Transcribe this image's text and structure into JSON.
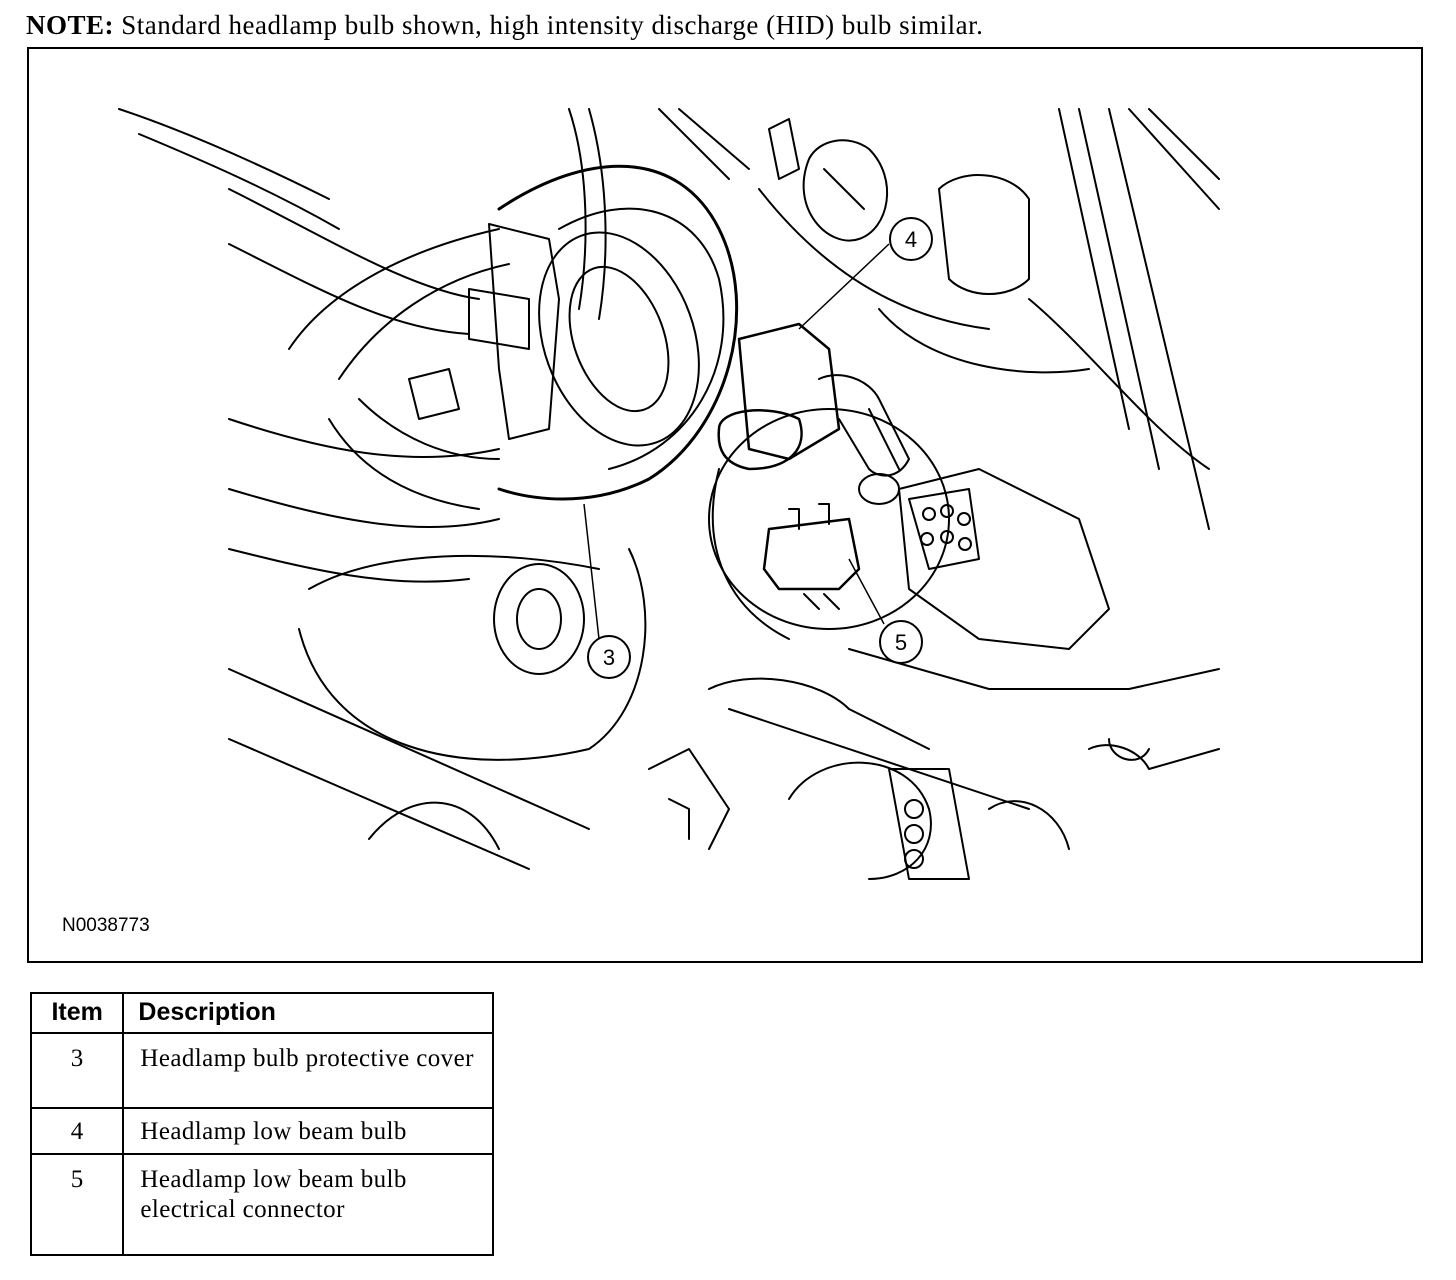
{
  "note": {
    "label": "NOTE:",
    "text": "Standard headlamp bulb shown, high intensity discharge (HID) bulb similar."
  },
  "figure": {
    "id": "N0038773",
    "callouts": [
      "3",
      "4",
      "5"
    ]
  },
  "legend": {
    "headers": {
      "item": "Item",
      "description": "Description"
    },
    "rows": [
      {
        "item": "3",
        "description": "Headlamp bulb protective cover"
      },
      {
        "item": "4",
        "description": "Headlamp low beam bulb"
      },
      {
        "item": "5",
        "description": "Headlamp low beam bulb electrical connector"
      }
    ]
  }
}
